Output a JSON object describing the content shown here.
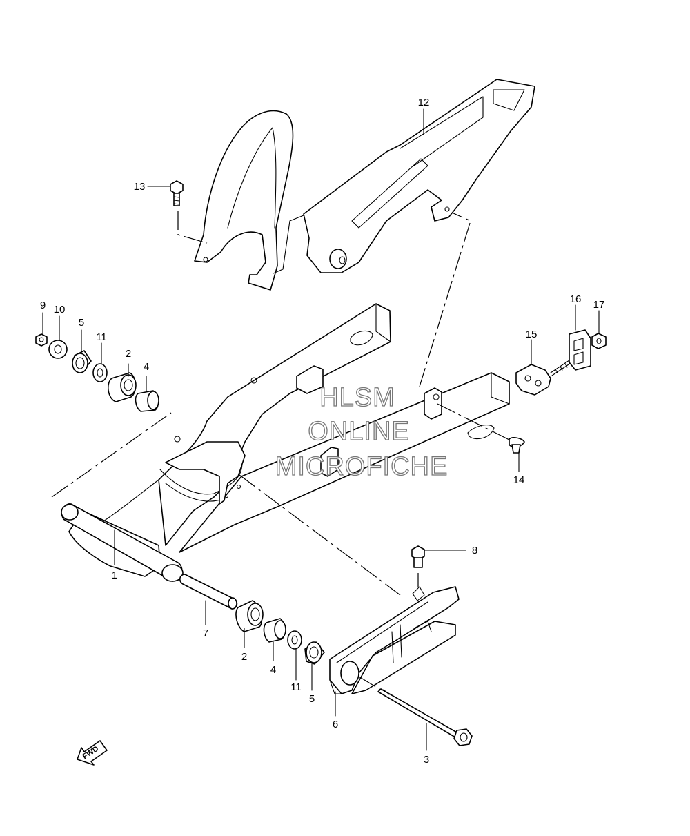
{
  "callouts": [
    {
      "id": "c1",
      "text": "1"
    },
    {
      "id": "c2a",
      "text": "2"
    },
    {
      "id": "c2b",
      "text": "2"
    },
    {
      "id": "c3",
      "text": "3"
    },
    {
      "id": "c4a",
      "text": "4"
    },
    {
      "id": "c4b",
      "text": "4"
    },
    {
      "id": "c5a",
      "text": "5"
    },
    {
      "id": "c5b",
      "text": "5"
    },
    {
      "id": "c6",
      "text": "6"
    },
    {
      "id": "c7",
      "text": "7"
    },
    {
      "id": "c8",
      "text": "8"
    },
    {
      "id": "c9",
      "text": "9"
    },
    {
      "id": "c10",
      "text": "10"
    },
    {
      "id": "c11a",
      "text": "11"
    },
    {
      "id": "c11b",
      "text": "11"
    },
    {
      "id": "c12",
      "text": "12"
    },
    {
      "id": "c13",
      "text": "13"
    },
    {
      "id": "c14",
      "text": "14"
    },
    {
      "id": "c15",
      "text": "15"
    },
    {
      "id": "c16",
      "text": "16"
    },
    {
      "id": "c17",
      "text": "17"
    }
  ],
  "watermark": {
    "line1": "HLSM",
    "line2": "ONLINE",
    "line3": "MICROFICHE"
  },
  "direction_arrow": {
    "label": "FWD",
    "icon": "forward-arrow-icon"
  }
}
